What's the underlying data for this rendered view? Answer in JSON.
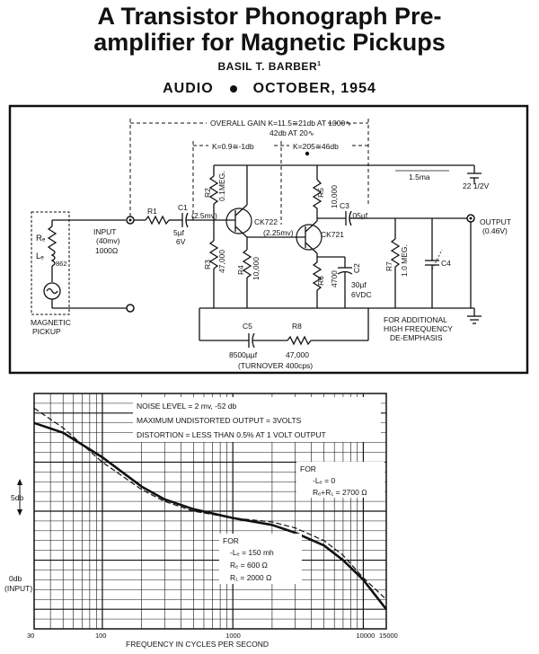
{
  "article": {
    "title_line1": "A Transistor Phonograph Pre-",
    "title_line2": "amplifier for Magnetic Pickups",
    "author": "BASIL T. BARBER",
    "author_mark": "1",
    "journal": "AUDIO",
    "issue": "OCTOBER, 1954"
  },
  "schematic": {
    "overall_gain": "OVERALL GAIN  K=11.5≅21db  AT 1000∿",
    "overall_gain_20": "42db AT 20∿",
    "k_stage1": "K=0.9≅-1db",
    "k_stage2": "K=205≅46db",
    "supply_current": "1.5ma",
    "supply_voltage": "22 1/2V",
    "pickup_r": "Rₑ",
    "pickup_l": "Lₑ",
    "pickup_model": "862",
    "pickup_label_1": "MAGNETIC",
    "pickup_label_2": "PICKUP",
    "input_label": "INPUT",
    "input_mv": "(40mv)",
    "input_ohms": "1000Ω",
    "r1": "R1",
    "c1": "C1",
    "c1_value": "5µf",
    "c1_voltage": "6V",
    "base_mv1": "(2.5mv)",
    "r2": "R2",
    "r2_value": "0.1MEG.",
    "r3": "R3",
    "r3_value": "47,000",
    "r4": "R4",
    "r4_value": "10,000",
    "q1": "CK722",
    "mv2": "(2.25mv)",
    "r5": "R5",
    "r5_value": "10,000",
    "q2": "CK721",
    "r6": "R6",
    "r6_value": "4700",
    "c2": "C2",
    "c2_value": "30µf",
    "c2_voltage": "6VDC",
    "c3": "C3",
    "c3_value": ".05µf",
    "r7": "R7",
    "r7_value": "1.0 MEG.",
    "c4": "C4",
    "output_label": "OUTPUT",
    "output_v": "(0.46V)",
    "deemph_1": "FOR ADDITIONAL",
    "deemph_2": "HIGH FREQUENCY",
    "deemph_3": "DE-EMPHASIS",
    "c5": "C5",
    "c5_value": "8500µµf",
    "r8": "R8",
    "r8_value": "47,000",
    "turnover": "(TURNOVER   400cps)"
  },
  "chart_data": {
    "type": "line",
    "xlabel": "FREQUENCY IN CYCLES PER SECOND",
    "ylabel": "",
    "x_scale": "log",
    "xlim": [
      30,
      15000
    ],
    "ylim": [
      -2,
      22
    ],
    "grid": true,
    "x_ticks": [
      "30",
      "100",
      "1000",
      "10000",
      "15000"
    ],
    "y_label_5db": "5db",
    "y_label_0db": "0db",
    "y_label_input": "(INPUT)",
    "notes": {
      "noise": "NOISE LEVEL = 2 mv, -52 db",
      "max_out": "MAXIMUM UNDISTORTED OUTPUT = 3VOLTS",
      "distortion": "DISTORTION = LESS THAN 0.5% AT 1 VOLT OUTPUT",
      "for_a": "FOR",
      "for_a_l": "-Lₑ = 0",
      "for_a_r": "Rₑ+R₁ = 2700 Ω",
      "for_b": "FOR",
      "for_b_l": "-Lₑ = 150 mh",
      "for_b_re": "Rₑ = 600 Ω",
      "for_b_r1": "R₁ = 2000 Ω"
    },
    "series": [
      {
        "style": "solid",
        "x": [
          30,
          50,
          100,
          200,
          300,
          500,
          1000,
          2000,
          3000,
          5000,
          7000,
          10000,
          15000
        ],
        "y": [
          19,
          18,
          15.5,
          12.5,
          11.2,
          10.2,
          9.3,
          8.6,
          7.8,
          6.5,
          5,
          3,
          0
        ]
      },
      {
        "style": "dashed",
        "x": [
          30,
          50,
          100,
          200,
          300,
          500,
          1000,
          2000,
          3000,
          5000,
          7000,
          10000,
          15000
        ],
        "y": [
          20.5,
          18.5,
          15,
          12.2,
          11,
          10,
          9.3,
          8.9,
          8.3,
          7,
          5.5,
          3.2,
          1
        ]
      }
    ]
  }
}
